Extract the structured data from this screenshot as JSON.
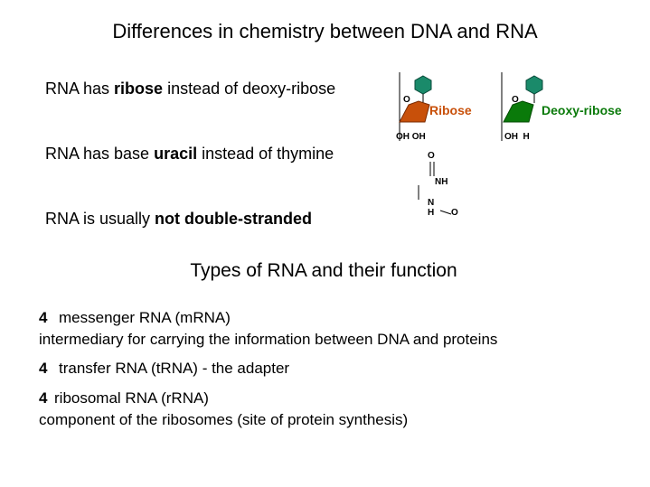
{
  "slide": {
    "title": "Differences in chemistry between DNA and RNA",
    "differences": [
      {
        "pre": "RNA has ",
        "bold": "ribose",
        "post": " instead of deoxy-ribose"
      },
      {
        "pre": "RNA has base ",
        "bold": "uracil",
        "post": " instead of thymine"
      },
      {
        "pre": "RNA is usually ",
        "bold": "not double-stranded",
        "post": ""
      }
    ],
    "diagram": {
      "ribose": {
        "label": "Ribose",
        "ring_o": "O",
        "substituents": "OH OH",
        "color": "#c8500a"
      },
      "deoxyribose": {
        "label": "Deoxy-ribose",
        "ring_o": "O",
        "substituents": "OH  H",
        "color": "#0a7a0a"
      },
      "base_color": "#1a8a6a",
      "uracil": {
        "o_top": "O",
        "nh": "NH",
        "n": "N",
        "h": "H",
        "o_right": "O"
      }
    },
    "section_title": "Types of RNA and their function",
    "types": [
      {
        "bullet": "4",
        "name": "messenger RNA (mRNA)",
        "desc": "intermediary for carrying the information between DNA and proteins"
      },
      {
        "bullet": "4",
        "name": "transfer RNA (tRNA) - the adapter",
        "desc": ""
      },
      {
        "bullet": "4",
        "name": "ribosomal RNA (rRNA)",
        "desc": "component of the ribosomes (site of protein synthesis)"
      }
    ]
  }
}
